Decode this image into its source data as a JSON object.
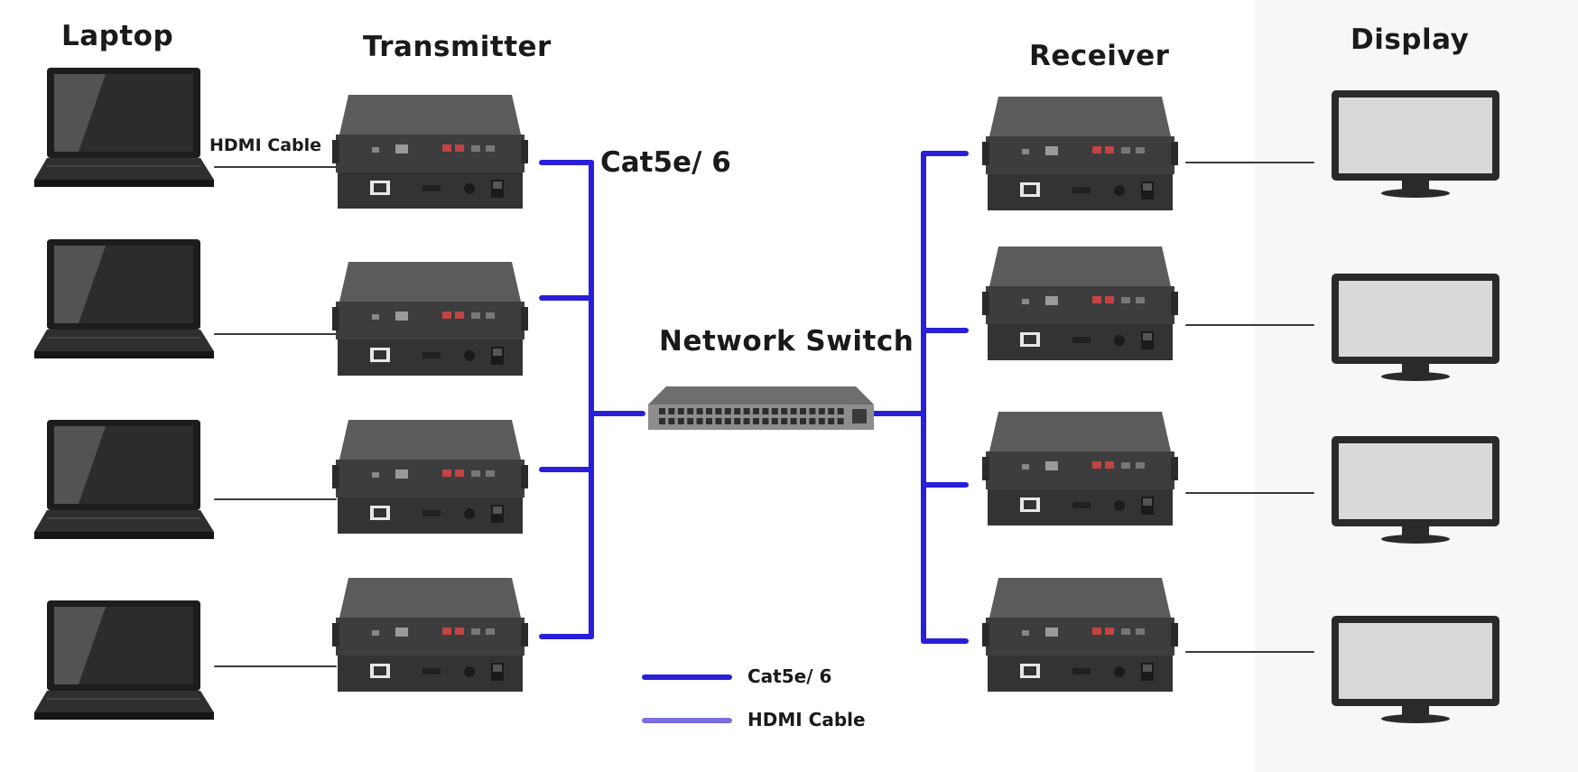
{
  "columns": {
    "laptop": "Laptop",
    "transmitter": "Transmitter",
    "receiver": "Receiver",
    "display": "Display"
  },
  "labels": {
    "cat_cable": "Cat5e/ 6",
    "hdmi_cable": "HDMI Cable",
    "network_switch": "Network Switch"
  },
  "legend": [
    {
      "label": "Cat5e/ 6",
      "color": "#2a1fd9"
    },
    {
      "label": "HDMI Cable",
      "color": "#7b6fe0"
    }
  ],
  "colors": {
    "cat_line": "#2a1fd9",
    "hdmi_line": "#3a3a3a",
    "device_body": "#3d3d3d"
  },
  "counts": {
    "senders": 4,
    "receivers": 4
  }
}
